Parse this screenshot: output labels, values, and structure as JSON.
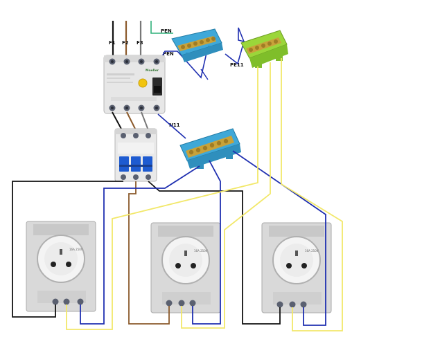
{
  "labels": {
    "f1": "F1",
    "f2": "F2",
    "f3": "F3",
    "pen_top": "PEN",
    "pen_rcd": "PEN",
    "pe": "PE11",
    "n": "N11"
  },
  "device_marks": {
    "rcd_brand": "Moeller",
    "socket_rating": "16A 250V"
  },
  "colors": {
    "phase_black": "#111111",
    "phase_brown": "#8b5a2b",
    "phase_grey": "#6e6e6e",
    "neutral_blue": "#1f2fb0",
    "pe_green_yellow": "#f2e86a",
    "pen_green": "#2fb07a",
    "neutral_bar_body": "#3fa8d8",
    "pe_bar_body": "#9bd63a",
    "brass": "#c8a23a"
  },
  "icons": [
    "rcd-switch-icon",
    "circuit-breaker-icon",
    "terminal-bar-icon",
    "socket-outlet-icon"
  ]
}
